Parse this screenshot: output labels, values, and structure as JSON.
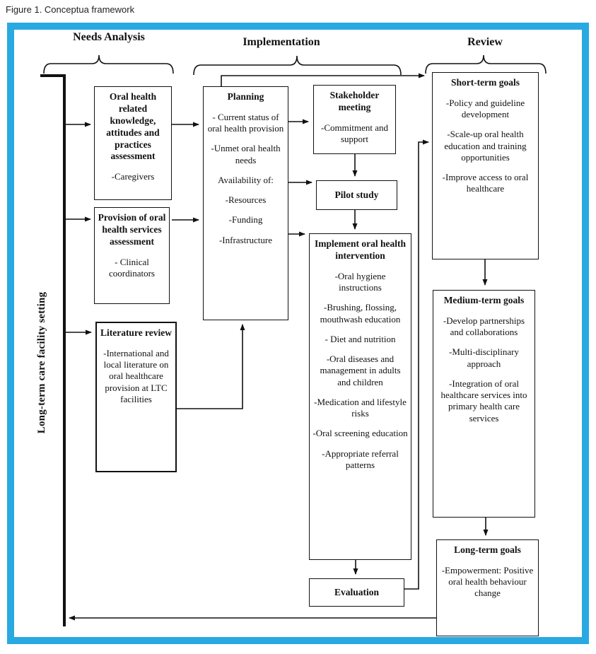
{
  "caption": "Figure 1. Conceptua framework",
  "sections": {
    "needs": "Needs Analysis",
    "implementation": "Implementation",
    "review": "Review"
  },
  "side_label": "Long-term care facility setting",
  "boxes": {
    "knowledge": {
      "title": "Oral health related knowledge, attitudes and practices assessment",
      "items": [
        "-Caregivers"
      ]
    },
    "provision": {
      "title": "Provision of oral health services assessment",
      "items": [
        "- Clinical coordinators"
      ]
    },
    "literature": {
      "title": "Literature review",
      "items": [
        "-International and local literature on oral healthcare provision at LTC facilities"
      ]
    },
    "planning": {
      "title": "Planning",
      "items": [
        "- Current status of oral health provision",
        "-Unmet oral health needs",
        "Availability of:",
        "-Resources",
        "-Funding",
        "-Infrastructure"
      ]
    },
    "stakeholder": {
      "title": "Stakeholder meeting",
      "items": [
        "-Commitment and support"
      ]
    },
    "pilot": {
      "title": "Pilot study",
      "items": []
    },
    "implement": {
      "title": "Implement oral health intervention",
      "items": [
        "-Oral hygiene instructions",
        "-Brushing, flossing, mouthwash education",
        "- Diet and nutrition",
        "-Oral diseases and management in adults and children",
        "-Medication and lifestyle risks",
        "-Oral screening education",
        "-Appropriate referral patterns"
      ]
    },
    "evaluation": {
      "title": "Evaluation",
      "items": []
    },
    "short_term": {
      "title": "Short-term goals",
      "items": [
        "-Policy and guideline development",
        "-Scale-up oral health education and training opportunities",
        "-Improve access to oral healthcare"
      ]
    },
    "medium_term": {
      "title": "Medium-term goals",
      "items": [
        "-Develop partnerships and collaborations",
        "-Multi-disciplinary approach",
        "-Integration of oral healthcare services into primary health care services"
      ]
    },
    "long_term": {
      "title": "Long-term goals",
      "items": [
        "-Empowerment: Positive oral health behaviour change"
      ]
    }
  },
  "colors": {
    "frame": "#29A9E1",
    "line": "#111111"
  }
}
